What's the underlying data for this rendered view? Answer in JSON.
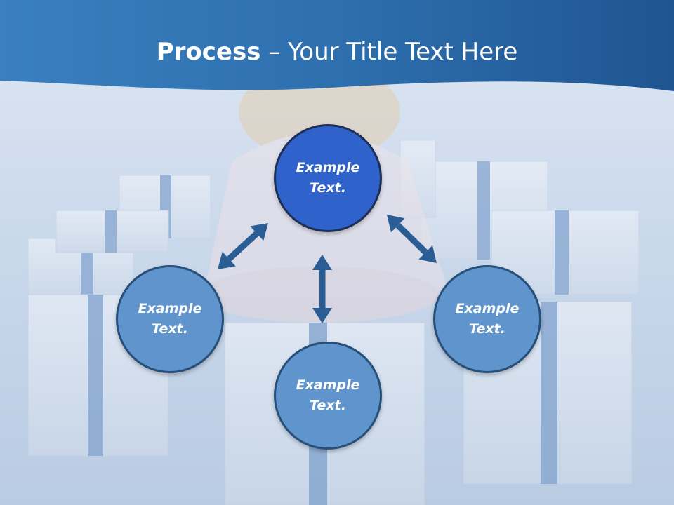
{
  "title": {
    "bold": "Process",
    "rest": " – Your Title Text Here"
  },
  "nodes": {
    "top": "Example Text.",
    "left": "Example Text.",
    "bottom": "Example Text.",
    "right": "Example Text."
  },
  "colors": {
    "header": "#2c6aa8",
    "center_node": "#2f62cb",
    "side_node": "#5f94cc",
    "arrow": "#2a5d93"
  }
}
